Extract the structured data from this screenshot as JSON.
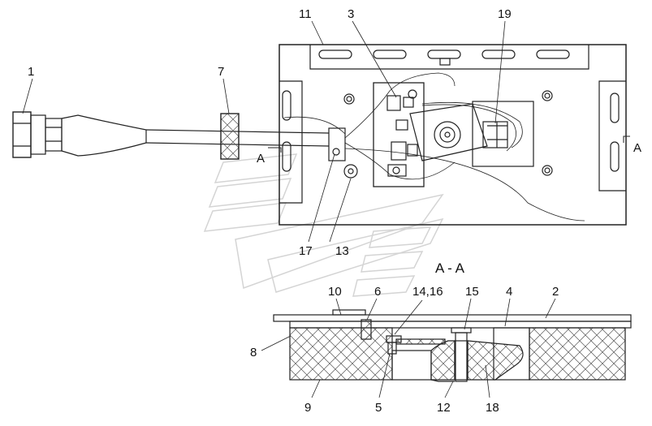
{
  "callouts": [
    "1",
    "7",
    "11",
    "3",
    "19",
    "17",
    "13",
    "10",
    "6",
    "14,16",
    "15",
    "4",
    "2",
    "8",
    "9",
    "5",
    "12",
    "18"
  ],
  "section": {
    "marker": "A",
    "title": "A - A"
  },
  "colors": {
    "line": "#222222",
    "hatch": "#555555",
    "paper": "#ffffff",
    "watermark": "#d4d4d4"
  }
}
